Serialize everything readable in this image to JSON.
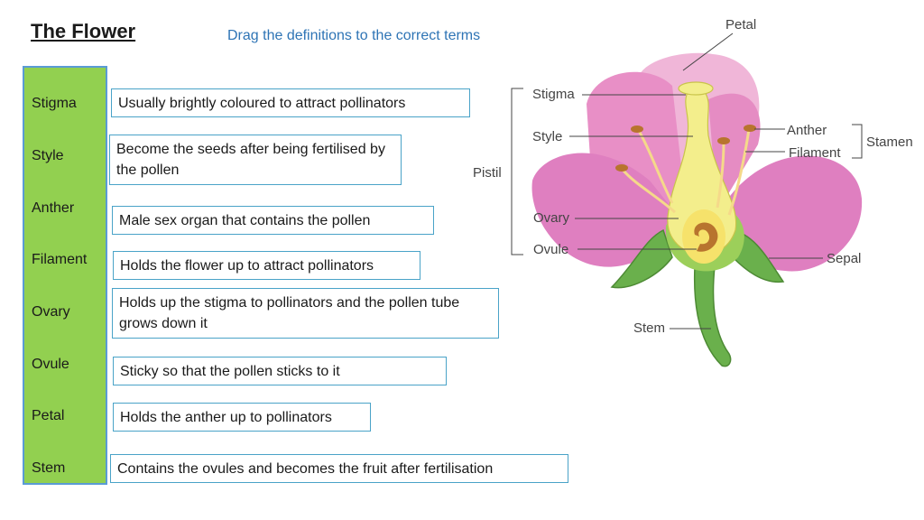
{
  "title": "The Flower",
  "instruction": "Drag the definitions to the correct terms",
  "terms": [
    "Stigma",
    "Style",
    "Anther",
    "Filament",
    "Ovary",
    "Ovule",
    "Petal",
    "Stem"
  ],
  "definitions": [
    "Usually brightly coloured to attract pollinators",
    "Become the seeds after being fertilised by the pollen",
    "Male sex organ that contains the pollen",
    "Holds the flower up to attract pollinators",
    "Holds up the stigma to pollinators and the pollen tube grows down it",
    "Sticky so that the pollen sticks to it",
    "Holds the anther up to pollinators",
    "Contains the ovules and becomes the fruit after fertilisation"
  ],
  "diagram_labels": {
    "petal": "Petal",
    "stigma": "Stigma",
    "style": "Style",
    "pistil": "Pistil",
    "ovary": "Ovary",
    "ovule": "Ovule",
    "anther": "Anther",
    "filament": "Filament",
    "stamen": "Stamen",
    "sepal": "Sepal",
    "stem": "Stem"
  },
  "colors": {
    "term_panel": "#92d050",
    "instruction": "#2e74b5",
    "box_border": "#4aa3c8"
  }
}
